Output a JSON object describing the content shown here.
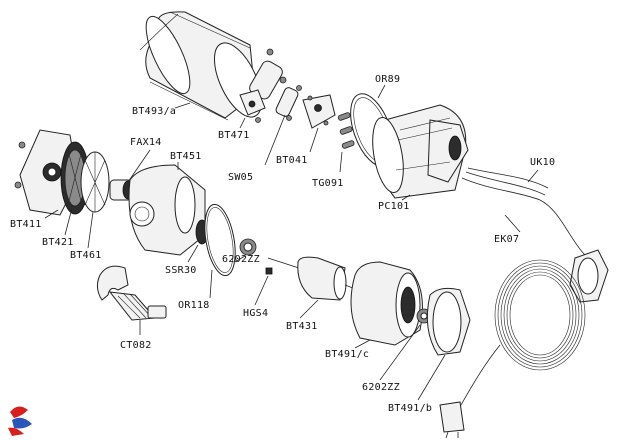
{
  "labels": {
    "bt493a": "BT493/a",
    "bt471": "BT471",
    "sw05": "SW05",
    "bt041": "BT041",
    "or89": "OR89",
    "tg091": "TG091",
    "pc101": "PC101",
    "uk10": "UK10",
    "ek07": "EK07",
    "fax14": "FAX14",
    "bt451": "BT451",
    "bt411": "BT411",
    "bt421": "BT421",
    "bt461": "BT461",
    "ssr30": "SSR30",
    "or118": "OR118",
    "zz6202_top": "6202ZZ",
    "hgs4": "HGS4",
    "bt431": "BT431",
    "ct082": "CT082",
    "bt491c": "BT491/c",
    "zz6202_bottom": "6202ZZ",
    "bt491b": "BT491/b"
  },
  "colors": {
    "line": "#222222",
    "fill_light": "#f2f2f2",
    "fill_dark": "#2c2c2c",
    "logo_red": "#d62020",
    "logo_blue": "#2a56b8"
  }
}
